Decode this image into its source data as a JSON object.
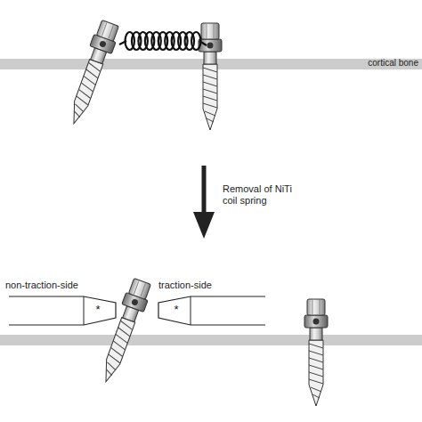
{
  "diagram": {
    "labels": [
      "cortical bone",
      "Removal of NiTi coil spring",
      "non-traction-side",
      "traction-side",
      "*",
      "*"
    ]
  }
}
